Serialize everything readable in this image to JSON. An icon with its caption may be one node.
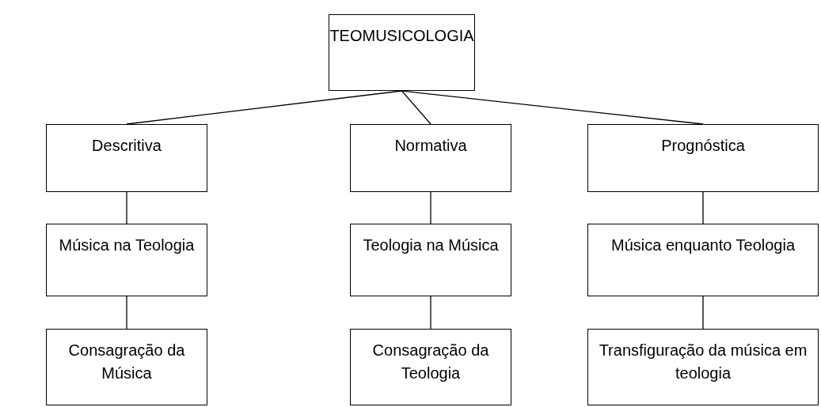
{
  "diagram": {
    "nodes": [
      {
        "text": [
          "TEOMUSICOLOGIA"
        ]
      },
      {
        "text": [
          "Descritiva"
        ]
      },
      {
        "text": [
          "Normativa"
        ]
      },
      {
        "text": [
          "Prognóstica"
        ]
      },
      {
        "text": [
          "Música na Teologia"
        ]
      },
      {
        "text": [
          "Teologia na Música"
        ]
      },
      {
        "text": [
          "Música enquanto Teologia"
        ]
      },
      {
        "text": [
          "Consagração da Música"
        ]
      },
      {
        "text": [
          "Consagração da Teologia"
        ]
      },
      {
        "text": [
          "Transfiguração da música em teologia"
        ]
      }
    ],
    "edges": [
      {
        "from": 0,
        "to": 1,
        "arrow": "none"
      },
      {
        "from": 0,
        "to": 2,
        "arrow": "none"
      },
      {
        "from": 0,
        "to": 3,
        "arrow": "none"
      },
      {
        "from": 1,
        "to": 4,
        "arrow": "none"
      },
      {
        "from": 2,
        "to": 5,
        "arrow": "none"
      },
      {
        "from": 3,
        "to": 6,
        "arrow": "none"
      },
      {
        "from": 4,
        "to": 7,
        "arrow": "none"
      },
      {
        "from": 5,
        "to": 8,
        "arrow": "none"
      },
      {
        "from": 6,
        "to": 9,
        "arrow": "none"
      }
    ]
  }
}
